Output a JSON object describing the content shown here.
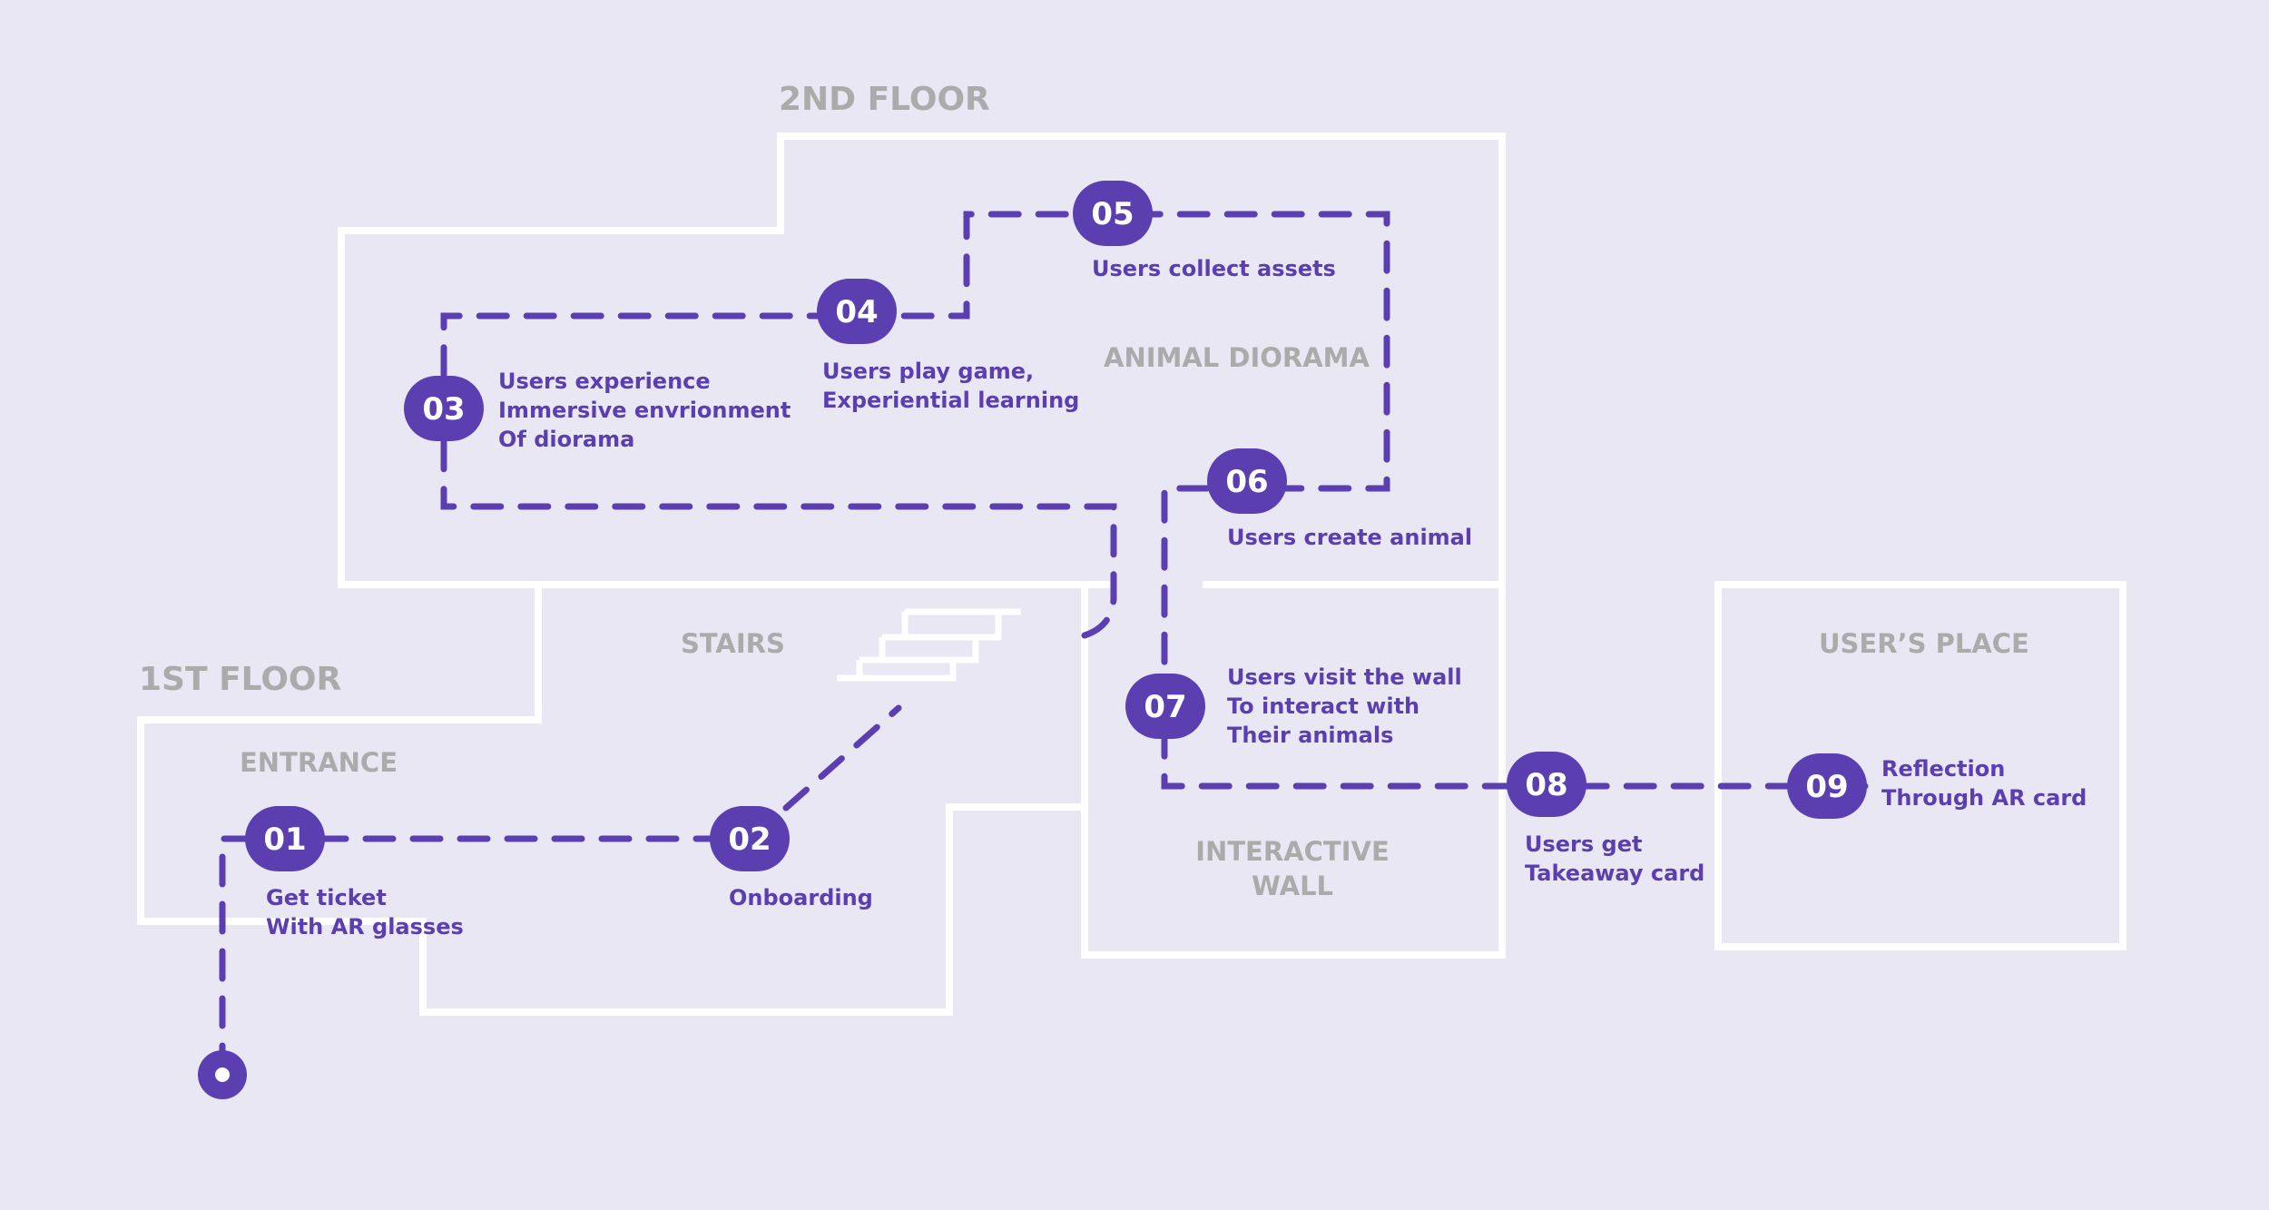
{
  "floors": {
    "first": "1ST FLOOR",
    "second": "2ND FLOOR"
  },
  "zones": {
    "entrance": "ENTRANCE",
    "stairs": "STAIRS",
    "animal_diorama": "ANIMAL DIORAMA",
    "interactive_wall": [
      "INTERACTIVE",
      "WALL"
    ],
    "users_place": "USER’S PLACE"
  },
  "steps": [
    {
      "number": "01",
      "lines": [
        "Get ticket",
        "With AR glasses"
      ]
    },
    {
      "number": "02",
      "lines": [
        "Onboarding"
      ]
    },
    {
      "number": "03",
      "lines": [
        "Users experience",
        "Immersive envrionment",
        "Of diorama"
      ]
    },
    {
      "number": "04",
      "lines": [
        "Users play game,",
        "Experiential learning"
      ]
    },
    {
      "number": "05",
      "lines": [
        "Users collect assets"
      ]
    },
    {
      "number": "06",
      "lines": [
        "Users create animal"
      ]
    },
    {
      "number": "07",
      "lines": [
        "Users visit the wall",
        "To interact with",
        "Their animals"
      ]
    },
    {
      "number": "08",
      "lines": [
        "Users get",
        "Takeaway card"
      ]
    },
    {
      "number": "09",
      "lines": [
        "Reflection",
        "Through AR card"
      ]
    }
  ],
  "colors": {
    "background": "#e9e7f3",
    "walls": "#ffffff",
    "accent": "#5b3fb0",
    "zone_label": "#ababab"
  }
}
